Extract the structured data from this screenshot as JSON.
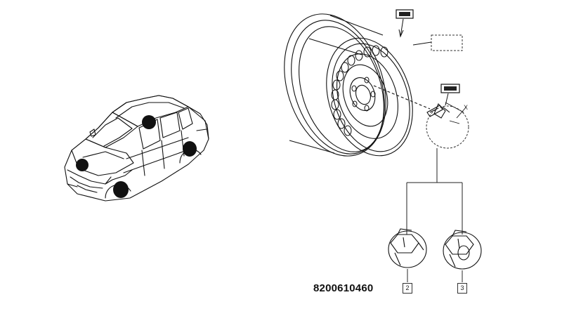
{
  "diagram": {
    "part_number": "8200610460",
    "callouts": [
      {
        "id": "nut-variant-a",
        "label": "2"
      },
      {
        "id": "nut-variant-b",
        "label": "3"
      }
    ],
    "dimension_label": "X"
  }
}
